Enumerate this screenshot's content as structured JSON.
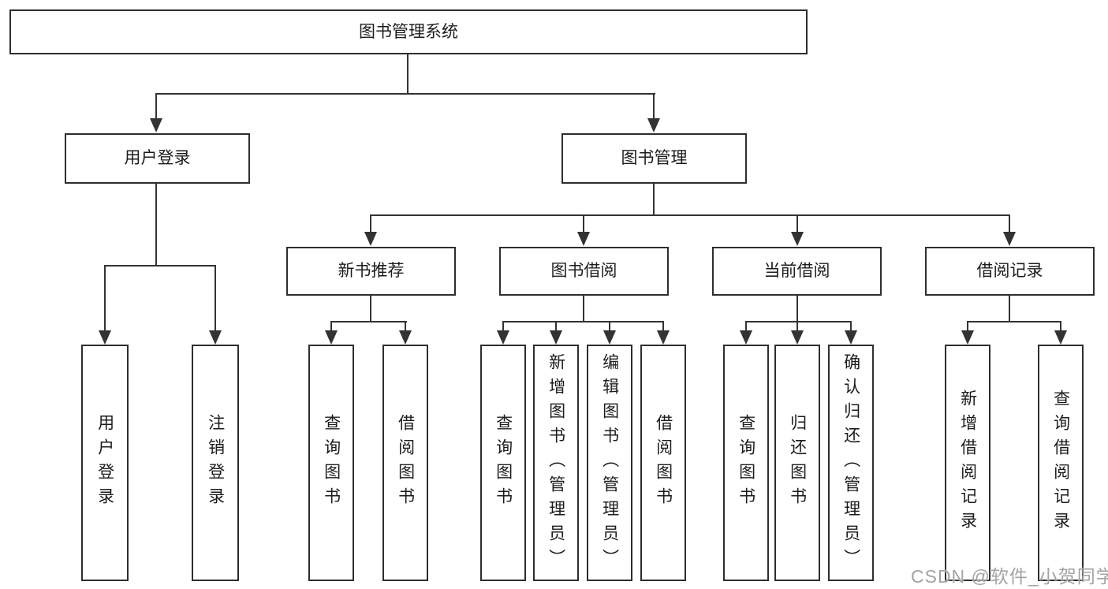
{
  "tree": {
    "label": "图书管理系统",
    "children": [
      {
        "label": "用户登录",
        "children": [
          {
            "label": "用户登录"
          },
          {
            "label": "注销登录"
          }
        ]
      },
      {
        "label": "图书管理",
        "children": [
          {
            "label": "新书推荐",
            "children": [
              {
                "label": "查询图书"
              },
              {
                "label": "借阅图书"
              }
            ]
          },
          {
            "label": "图书借阅",
            "children": [
              {
                "label": "查询图书"
              },
              {
                "label": "新增图书（管理员）"
              },
              {
                "label": "编辑图书（管理员）"
              },
              {
                "label": "借阅图书"
              }
            ]
          },
          {
            "label": "当前借阅",
            "children": [
              {
                "label": "查询图书"
              },
              {
                "label": "归还图书"
              },
              {
                "label": "确认归还（管理员）"
              }
            ]
          },
          {
            "label": "借阅记录",
            "children": [
              {
                "label": "新增借阅记录"
              },
              {
                "label": "查询借阅记录"
              }
            ]
          }
        ]
      }
    ]
  },
  "watermark": "CSDN @软件_小贺同学",
  "colors": {
    "line": "#333333",
    "box_border": "#2e2e2e",
    "text": "#1c1c1c",
    "watermark": "#a3a3a3",
    "background": "#ffffff"
  }
}
